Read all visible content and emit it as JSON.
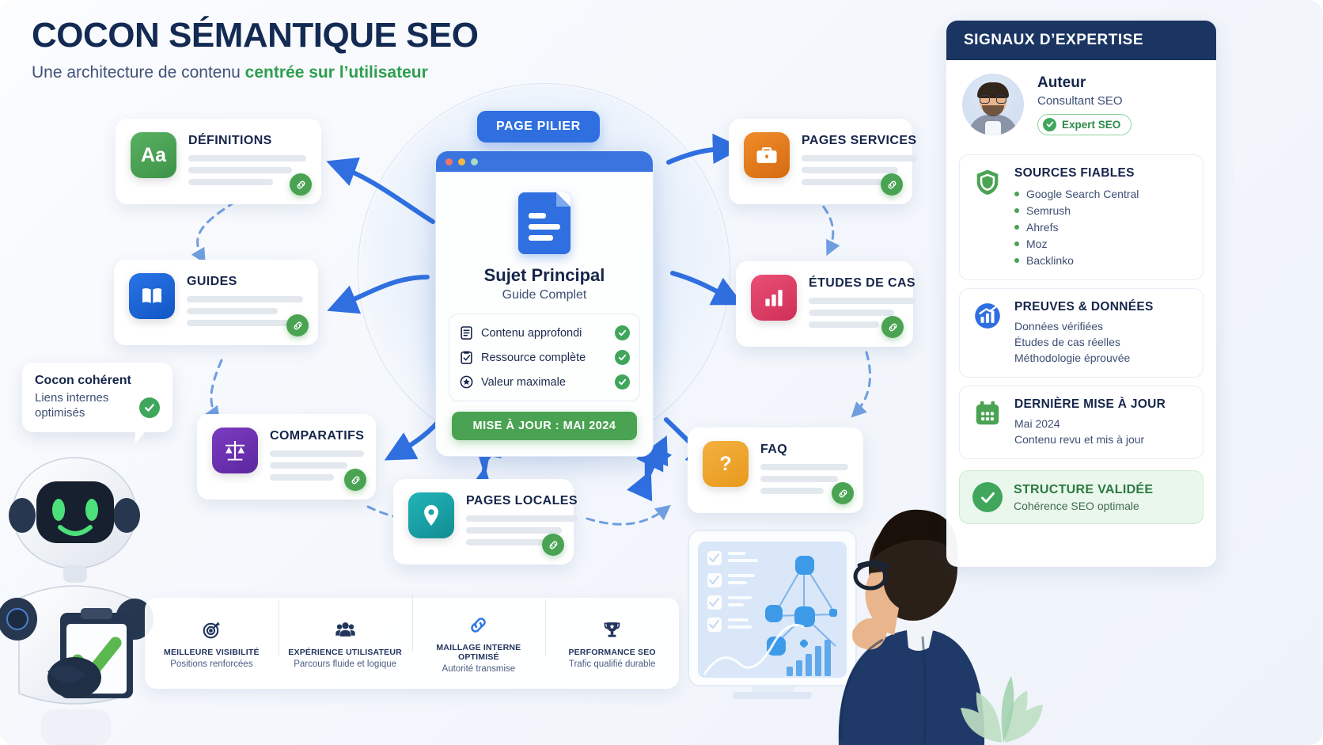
{
  "header": {
    "title": "COCON SÉMANTIQUE SEO",
    "subtitle_plain": "Une architecture de contenu ",
    "subtitle_highlight": "centrée sur l’utilisateur"
  },
  "pillar": {
    "badge": "PAGE PILIER",
    "title": "Sujet Principal",
    "subtitle": "Guide Complet",
    "features": [
      {
        "label": "Contenu approfondi",
        "icon": "document-icon",
        "checked": true
      },
      {
        "label": "Ressource complète",
        "icon": "clipboard-check-icon",
        "checked": true
      },
      {
        "label": "Valeur maximale",
        "icon": "star-circle-icon",
        "checked": true
      }
    ],
    "update_button": "MISE À JOUR : MAI 2024"
  },
  "cards": [
    {
      "id": "definitions",
      "title": "DÉFINITIONS",
      "icon": "aa-icon",
      "color": "#47a04e"
    },
    {
      "id": "guides",
      "title": "GUIDES",
      "icon": "book-icon",
      "color": "#1a62d6"
    },
    {
      "id": "comparatifs",
      "title": "COMPARATIFS",
      "icon": "scales-icon",
      "color": "#6d32b0"
    },
    {
      "id": "locales",
      "title": "PAGES LOCALES",
      "icon": "pin-icon",
      "color": "#1ba3a8"
    },
    {
      "id": "services",
      "title": "PAGES SERVICES",
      "icon": "briefcase-icon",
      "color": "#e07b1e"
    },
    {
      "id": "etudes",
      "title": "ÉTUDES DE CAS",
      "icon": "barchart-icon",
      "color": "#e0426a"
    },
    {
      "id": "faq",
      "title": "FAQ",
      "icon": "question-icon",
      "color": "#efa530"
    }
  ],
  "bubble": {
    "title": "Cocon cohérent",
    "subtitle": "Liens internes optimisés"
  },
  "benefits": [
    {
      "icon": "target-icon",
      "title": "MEILLEURE VISIBILITÉ",
      "subtitle": "Positions renforcées"
    },
    {
      "icon": "users-icon",
      "title": "EXPÉRIENCE UTILISATEUR",
      "subtitle": "Parcours fluide et logique"
    },
    {
      "icon": "link-icon",
      "title": "MAILLAGE INTERNE OPTIMISÉ",
      "subtitle": "Autorité transmise"
    },
    {
      "icon": "trophy-icon",
      "title": "PERFORMANCE SEO",
      "subtitle": "Trafic qualifié durable"
    }
  ],
  "sidebar": {
    "heading": "SIGNAUX D’EXPERTISE",
    "author": {
      "name": "Auteur",
      "role": "Consultant SEO",
      "badge": "Expert SEO"
    },
    "sources": {
      "title": "SOURCES FIABLES",
      "items": [
        "Google Search Central",
        "Semrush",
        "Ahrefs",
        "Moz",
        "Backlinko"
      ]
    },
    "proofs": {
      "title": "PREUVES & DONNÉES",
      "lines": [
        "Données vérifiées",
        "Études de cas réelles",
        "Méthodologie éprouvée"
      ]
    },
    "update": {
      "title": "DERNIÈRE MISE À JOUR",
      "lines": [
        "Mai 2024",
        "Contenu revu et mis à jour"
      ]
    },
    "validated": {
      "title": "STRUCTURE VALIDÉE",
      "subtitle": "Cohérence SEO optimale"
    }
  },
  "colors": {
    "navy": "#1b3563",
    "blue": "#2f6fe0",
    "green": "#4aa352",
    "bg": "#f4f7fc"
  }
}
